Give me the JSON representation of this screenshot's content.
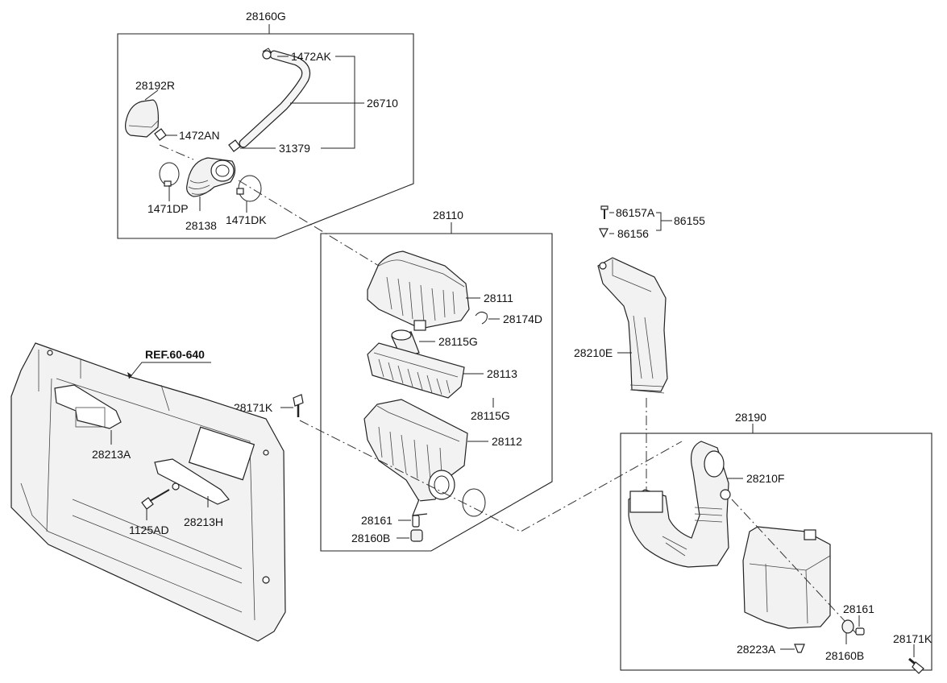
{
  "labels": {
    "group_top": "28160G",
    "p1472AK": "1472AK",
    "p26710": "26710",
    "p28192R": "28192R",
    "p1472AN": "1472AN",
    "p31379": "31379",
    "p1471DP": "1471DP",
    "p28138": "28138",
    "p1471DK": "1471DK",
    "group_cleaner": "28110",
    "p28111": "28111",
    "p28174D": "28174D",
    "p28115G_a": "28115G",
    "p28113": "28113",
    "p28115G_b": "28115G",
    "p28112": "28112",
    "p28171K_a": "28171K",
    "p28161_a": "28161",
    "p28160B_a": "28160B",
    "p86157A": "86157A",
    "p86155": "86155",
    "p86156": "86156",
    "p28210E": "28210E",
    "group_resonator": "28190",
    "p28210F": "28210F",
    "p28161_b": "28161",
    "p28171K_b": "28171K",
    "p28223A": "28223A",
    "p28160B_b": "28160B",
    "ref": "REF.60-640",
    "p28213A": "28213A",
    "p1125AD": "1125AD",
    "p28213H": "28213H"
  }
}
